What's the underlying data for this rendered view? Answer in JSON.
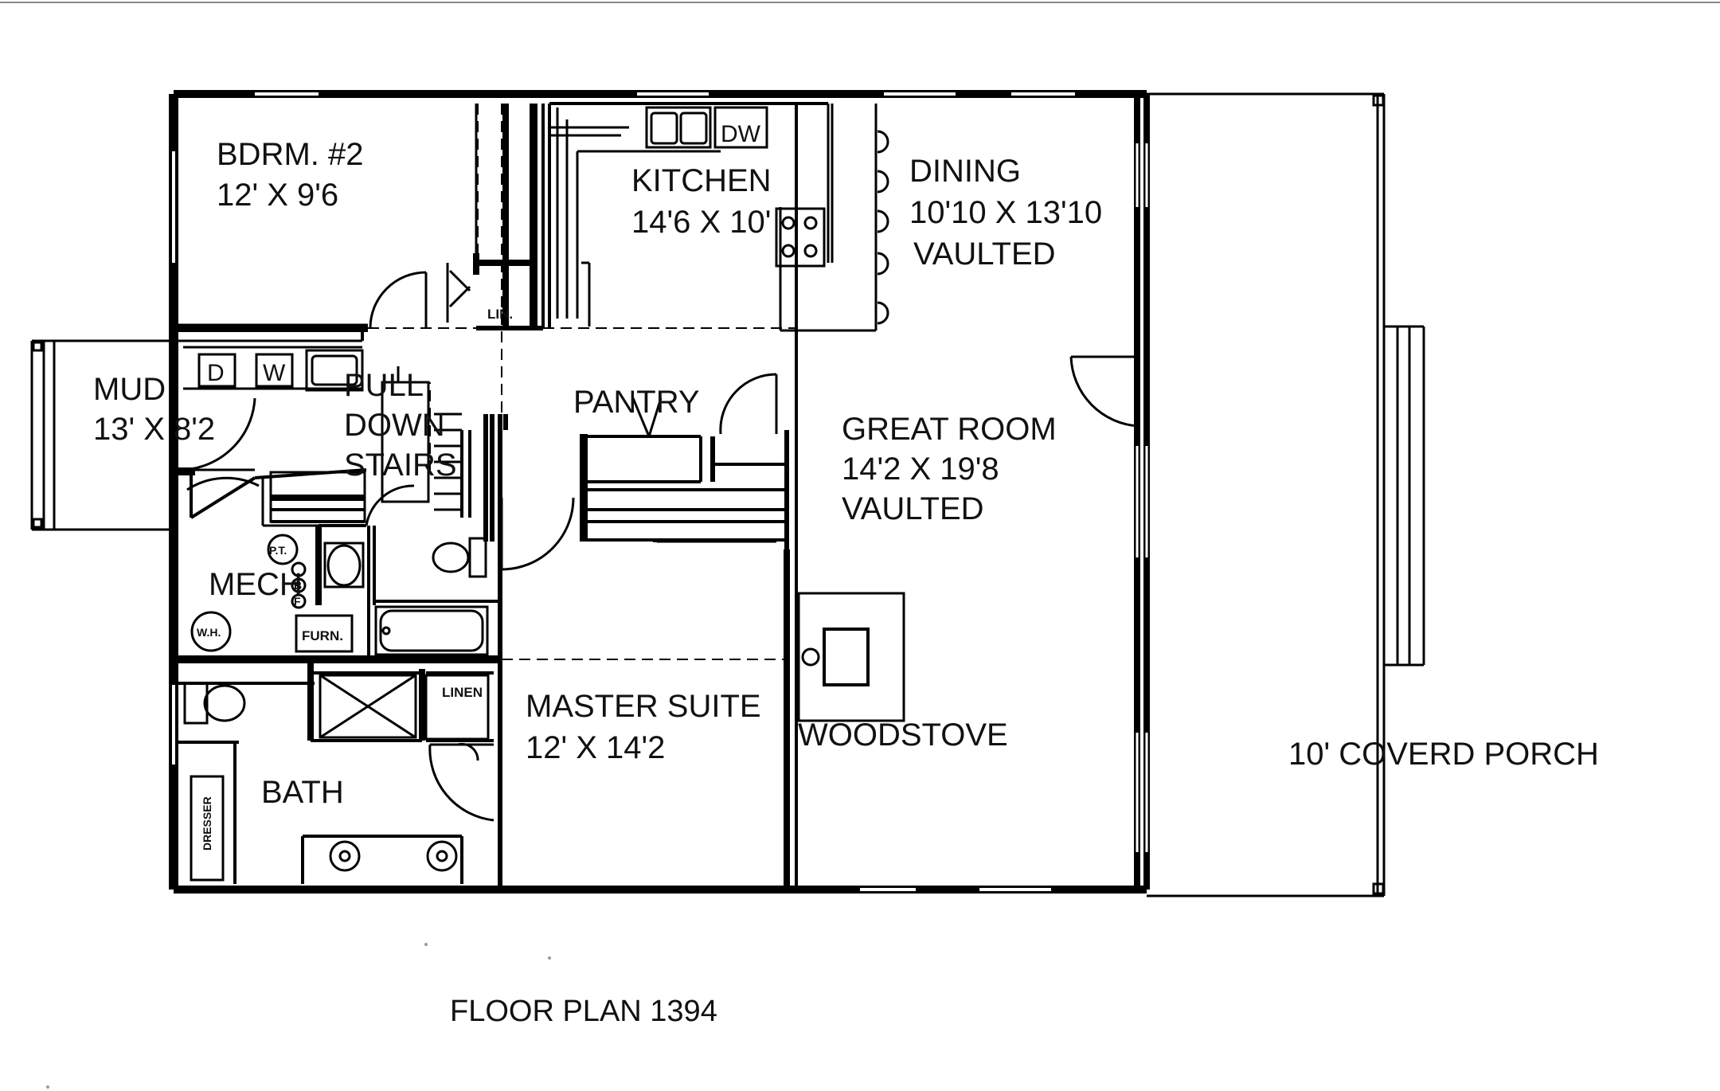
{
  "title": "FLOOR PLAN 1394",
  "rooms": {
    "bedroom2": {
      "name": "BDRM. #2",
      "size": "12' X 9'6"
    },
    "kitchen": {
      "name": "KITCHEN",
      "size": "14'6 X 10'"
    },
    "dining": {
      "name": "DINING",
      "size": "10'10 X 13'10",
      "note": "VAULTED"
    },
    "mud": {
      "name": "MUD",
      "size": "13' X 8'2"
    },
    "stairs": {
      "line1": "PULL",
      "line2": "DOWN",
      "line3": "STAIRS"
    },
    "pantry": {
      "name": "PANTRY"
    },
    "great_room": {
      "name": "GREAT ROOM",
      "size": "14'2 X 19'8",
      "note": "VAULTED"
    },
    "mech": {
      "name": "MECH"
    },
    "master": {
      "name": "MASTER SUITE",
      "size": "12' X 14'2"
    },
    "woodstove": {
      "name": "WOODSTOVE"
    },
    "bath": {
      "name": "BATH"
    },
    "porch": {
      "name": "10' COVERD PORCH"
    }
  },
  "fixtures": {
    "dw": "DW",
    "lin": "LIN.",
    "dryer": "D",
    "washer": "W",
    "pt": "P.T.",
    "wh": "W.H.",
    "furn": "FURN.",
    "linen": "LINEN",
    "dresser": "DRESSER",
    "b": "B",
    "f": "F"
  }
}
